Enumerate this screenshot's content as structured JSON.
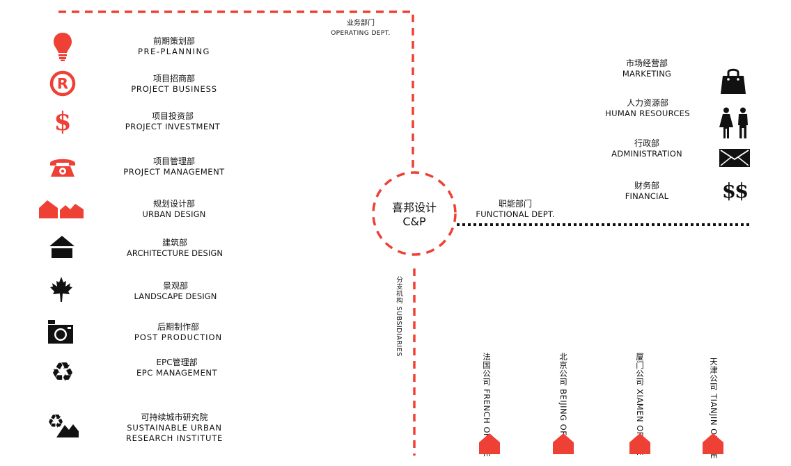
{
  "colors": {
    "accent": "#ee4035",
    "dark": "#111111"
  },
  "center": {
    "cn": "喜邦设计",
    "en": "C&P"
  },
  "operating": {
    "cn": "业务部门",
    "en": "OPERATING DEPT."
  },
  "functional": {
    "cn": "职能部门",
    "en": "FUNCTIONAL DEPT."
  },
  "subsidiaries": {
    "cn": "分支机构",
    "en": "SUBSIDIARIES"
  },
  "operating_depts": [
    {
      "cn": "前期策划部",
      "en": "PRE-PLANNING",
      "icon": "lightbulb-icon"
    },
    {
      "cn": "项目招商部",
      "en": "PROJECT BUSINESS",
      "icon": "registered-icon"
    },
    {
      "cn": "项目投资部",
      "en": "PROJECT INVESTMENT",
      "icon": "dollar-icon"
    },
    {
      "cn": "项目管理部",
      "en": "PROJECT MANAGEMENT",
      "icon": "telephone-icon"
    },
    {
      "cn": "规划设计部",
      "en": "URBAN DESIGN",
      "icon": "houses-icon"
    },
    {
      "cn": "建筑部",
      "en": "ARCHITECTURE DESIGN",
      "icon": "house-icon"
    },
    {
      "cn": "景观部",
      "en": "LANDSCAPE DESIGN",
      "icon": "maple-leaf-icon"
    },
    {
      "cn": "后期制作部",
      "en": "POST PRODUCTION",
      "icon": "camera-icon"
    },
    {
      "cn": "EPC管理部",
      "en": "EPC MANAGEMENT",
      "icon": "recycle-icon"
    },
    {
      "cn": "可持续城市研究院",
      "en": "SUSTAINABLE URBAN",
      "en2": "RESEARCH INSTITUTE",
      "icon": "recycle-city-icon"
    }
  ],
  "functional_depts": [
    {
      "cn": "市场经营部",
      "en": "MARKETING",
      "icon": "shopping-bag-icon"
    },
    {
      "cn": "人力资源部",
      "en": "HUMAN RESOURCES",
      "icon": "people-icon"
    },
    {
      "cn": "行政部",
      "en": "ADMINISTRATION",
      "icon": "envelope-icon"
    },
    {
      "cn": "财务部",
      "en": "FINANCIAL",
      "icon": "double-dollar-icon",
      "glyph": "$$"
    }
  ],
  "offices": [
    {
      "cn": "法国公司",
      "en": "FRENCH OFFICE",
      "icon": "office-house-icon"
    },
    {
      "cn": "北京公司",
      "en": "BEIJING OFFICE",
      "icon": "office-house-icon"
    },
    {
      "cn": "厦门公司",
      "en": "XIAMEN OFFICE",
      "icon": "office-house-icon"
    },
    {
      "cn": "天津公司",
      "en": "TIANJIN OFFICE",
      "icon": "office-house-icon"
    }
  ]
}
